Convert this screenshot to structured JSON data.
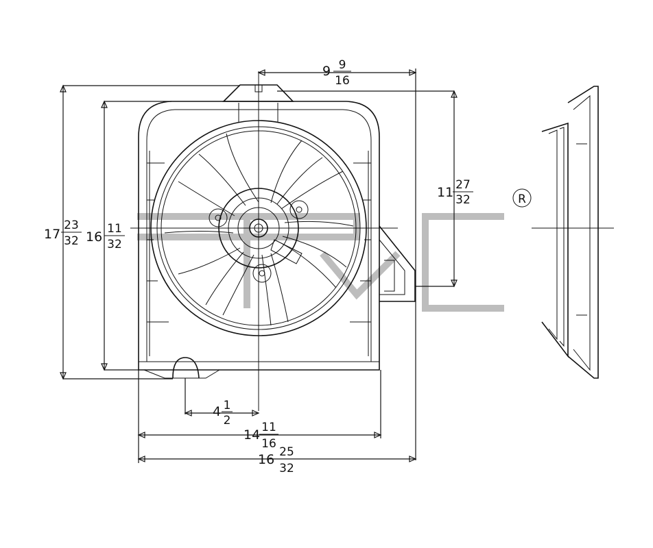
{
  "dimensions": [
    {
      "id": "top-width",
      "whole": "9",
      "num": "9",
      "den": "16"
    },
    {
      "id": "right-height",
      "whole": "11",
      "num": "27",
      "den": "32"
    },
    {
      "id": "overall-height",
      "whole": "17",
      "num": "23",
      "den": "32"
    },
    {
      "id": "shroud-height",
      "whole": "16",
      "num": "11",
      "den": "32"
    },
    {
      "id": "center-offset",
      "whole": "4",
      "num": "1",
      "den": "2"
    },
    {
      "id": "shroud-width",
      "whole": "14",
      "num": "11",
      "den": "16"
    },
    {
      "id": "overall-width",
      "whole": "16",
      "num": "25",
      "den": "32"
    }
  ],
  "registered_mark": "R"
}
